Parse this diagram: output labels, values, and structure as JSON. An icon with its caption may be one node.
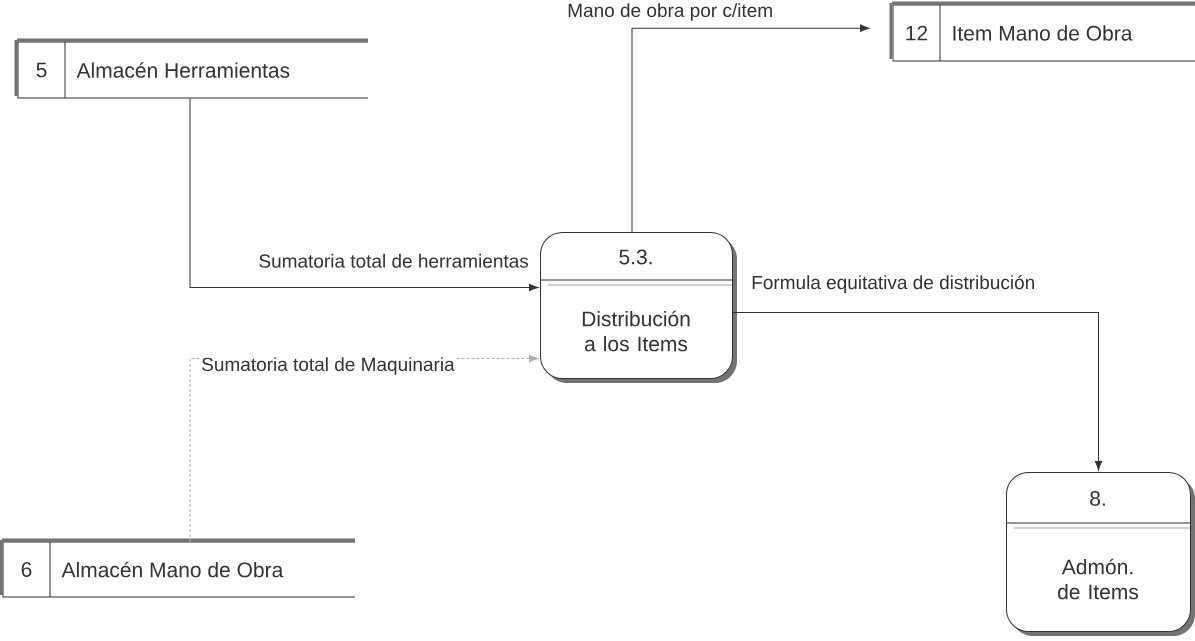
{
  "diagram": {
    "nodes": [
      {
        "text": [
          "5",
          "Almacén Herramientas"
        ]
      },
      {
        "text": [
          "12",
          "Item Mano de Obra"
        ]
      },
      {
        "text": [
          "5.3.",
          "Distribución a los Items"
        ]
      },
      {
        "text": [
          "6",
          "Almacén Mano de Obra"
        ]
      },
      {
        "text": [
          "8.",
          "Admón. de Items"
        ]
      }
    ],
    "edges": [
      {
        "from": 0,
        "to": 2,
        "arrow": "to",
        "label": "Sumatoria total de herramientas"
      },
      {
        "from": 3,
        "to": 2,
        "arrow": "to",
        "label": "Sumatoria total de Maquinaria",
        "style": "dashed",
        "color": "#b0b0b0"
      },
      {
        "from": 2,
        "to": 1,
        "arrow": "to",
        "label": "Mano de obra por c/item"
      },
      {
        "from": 2,
        "to": 4,
        "arrow": "to",
        "label": "Formula equitativa de distribución"
      }
    ]
  }
}
